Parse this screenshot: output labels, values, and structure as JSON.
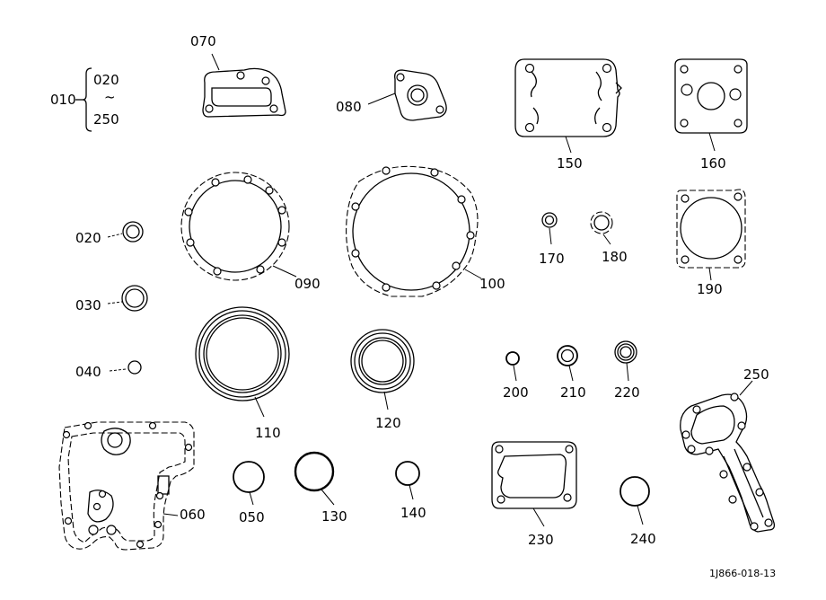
{
  "group": {
    "ref": "010",
    "from": "020",
    "tilde": "~",
    "to": "250"
  },
  "labels": {
    "p020": "020",
    "p030": "030",
    "p040": "040",
    "p050": "050",
    "p060": "060",
    "p070": "070",
    "p080": "080",
    "p090": "090",
    "p100": "100",
    "p110": "110",
    "p120": "120",
    "p130": "130",
    "p140": "140",
    "p150": "150",
    "p160": "160",
    "p170": "170",
    "p180": "180",
    "p190": "190",
    "p200": "200",
    "p210": "210",
    "p220": "220",
    "p230": "230",
    "p240": "240",
    "p250": "250"
  },
  "drawing_code": "1J866-018-13"
}
